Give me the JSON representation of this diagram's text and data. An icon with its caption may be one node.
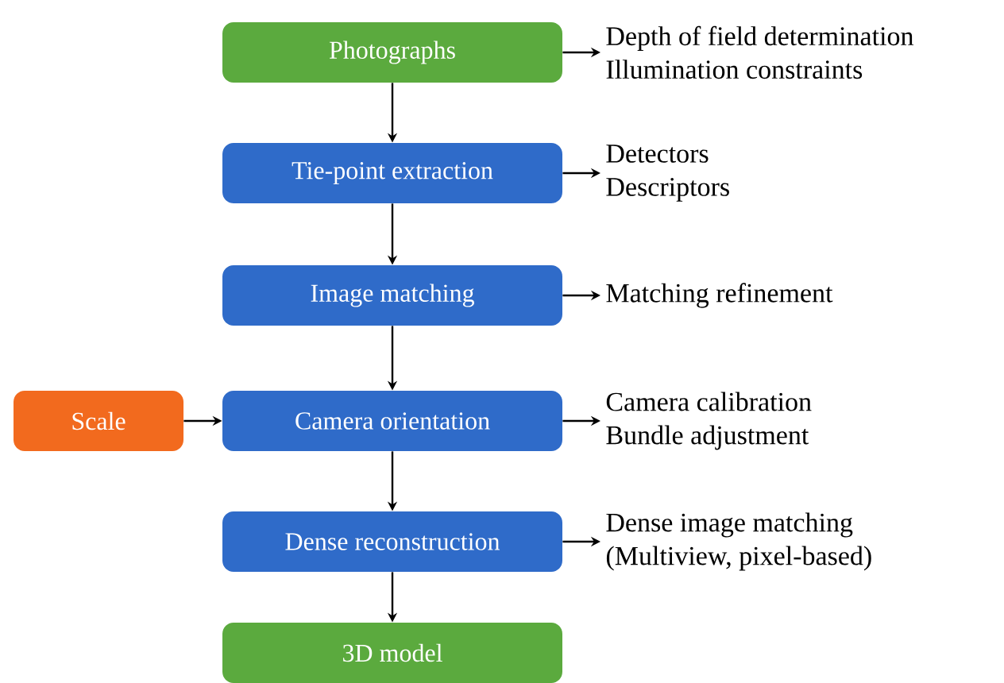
{
  "diagram": {
    "nodes": [
      {
        "text": [
          "Photographs"
        ]
      },
      {
        "text": [
          "Depth of field determination",
          "Illumination constraints"
        ]
      },
      {
        "text": [
          "Tie-point extraction"
        ]
      },
      {
        "text": [
          "Detectors",
          "Descriptors"
        ]
      },
      {
        "text": [
          "Image matching"
        ]
      },
      {
        "text": [
          "Matching refinement"
        ]
      },
      {
        "text": [
          "Scale"
        ]
      },
      {
        "text": [
          "Camera orientation"
        ]
      },
      {
        "text": [
          "Camera calibration",
          "Bundle adjustment"
        ]
      },
      {
        "text": [
          "Dense reconstruction"
        ]
      },
      {
        "text": [
          "Dense image matching",
          "(Multiview, pixel-based)"
        ]
      },
      {
        "text": [
          "3D model"
        ]
      }
    ],
    "edges": [
      {
        "from": 0,
        "to": 2,
        "arrow": "to"
      },
      {
        "from": 2,
        "to": 4,
        "arrow": "to"
      },
      {
        "from": 4,
        "to": 7,
        "arrow": "to"
      },
      {
        "from": 7,
        "to": 9,
        "arrow": "to"
      },
      {
        "from": 9,
        "to": 11,
        "arrow": "to"
      },
      {
        "from": 0,
        "to": 1,
        "arrow": "to"
      },
      {
        "from": 2,
        "to": 3,
        "arrow": "to"
      },
      {
        "from": 4,
        "to": 5,
        "arrow": "to"
      },
      {
        "from": 7,
        "to": 8,
        "arrow": "to"
      },
      {
        "from": 9,
        "to": 10,
        "arrow": "to"
      },
      {
        "from": 6,
        "to": 7,
        "arrow": "to"
      }
    ]
  }
}
